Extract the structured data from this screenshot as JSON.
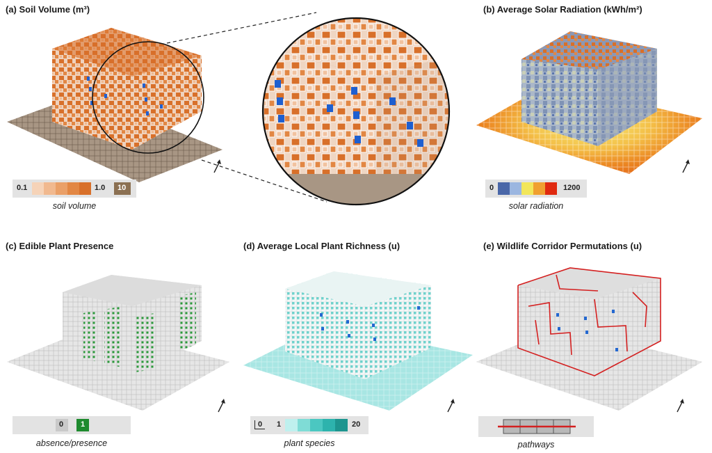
{
  "panels": {
    "a": {
      "title": "(a) Soil Volume (m³)",
      "legend_min": "0.1",
      "legend_max": "1.0",
      "legend_extra": "10",
      "caption": "soil volume",
      "colors": [
        "#f6d3b8",
        "#f1b98f",
        "#eaa068",
        "#e28744",
        "#d8702a"
      ],
      "extra_color": "#8b7052"
    },
    "b": {
      "title": "(b) Average Solar Radiation (kWh/m²)",
      "legend_min": "0",
      "legend_max": "1200",
      "caption": "solar radiation",
      "colors": [
        "#4a67a8",
        "#9bb6e0",
        "#f2e65a",
        "#f0a030",
        "#e02a10"
      ]
    },
    "c": {
      "title": "(c) Edible Plant Presence",
      "legend_a": "0",
      "legend_b": "1",
      "caption": "absence/presence",
      "colors": [
        "#c9c9c9",
        "#1e8a2e"
      ]
    },
    "d": {
      "title": "(d) Average Local Plant Richness (u)",
      "legend_zero": "0",
      "legend_min": "1",
      "legend_max": "20",
      "caption": "plant species",
      "colors": [
        "#bff0ee",
        "#7fdcd6",
        "#4bc7c1",
        "#2db3ad",
        "#1d958f"
      ]
    },
    "e": {
      "title": "(e) Wildlife Corridor Permutations (u)",
      "caption": "pathways",
      "path_color": "#d42020"
    }
  }
}
